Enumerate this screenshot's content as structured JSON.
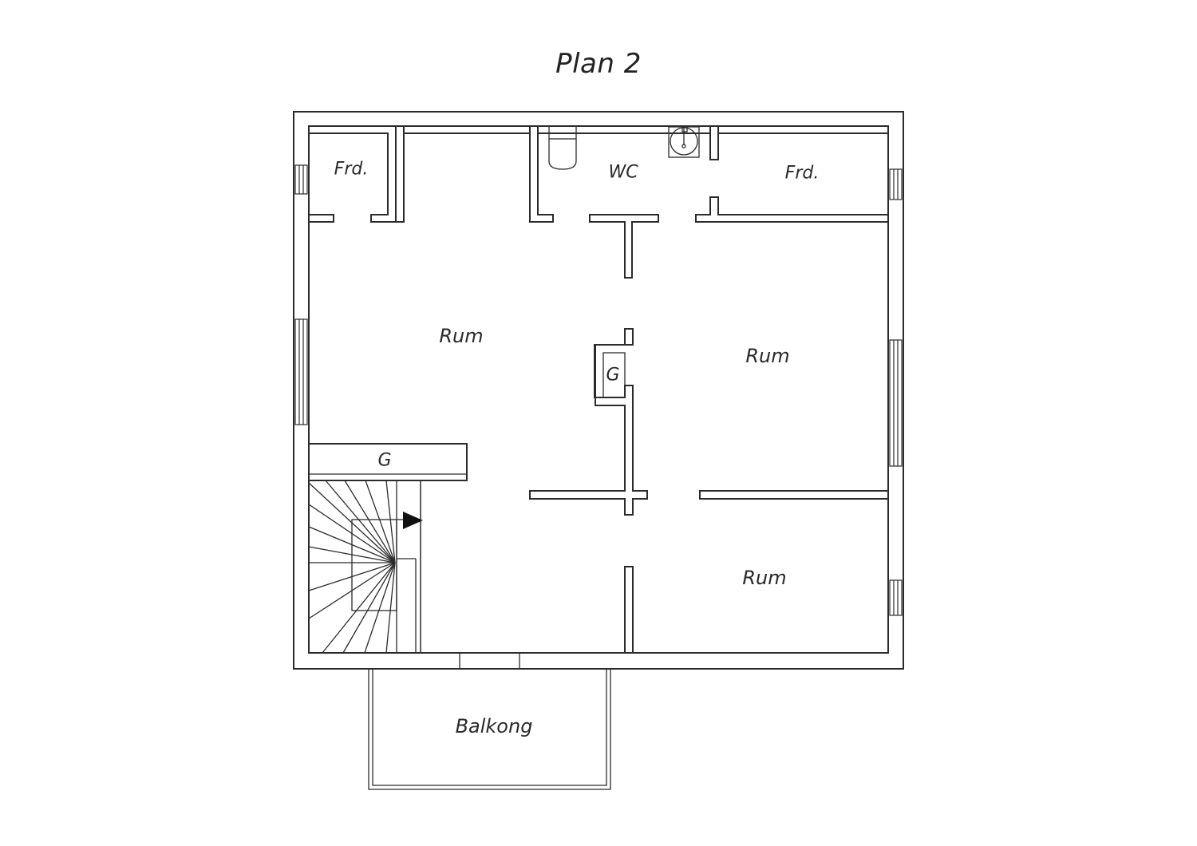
{
  "title": "Plan 2",
  "rooms": {
    "frd_left": "Frd.",
    "wc": "WC",
    "frd_right": "Frd.",
    "rum_left": "Rum",
    "rum_right": "Rum",
    "rum_bottom": "Rum",
    "g_chimney": "G",
    "g_counter": "G",
    "balkong": "Balkong"
  },
  "colors": {
    "line": "#2b2b2b",
    "background": "#ffffff"
  }
}
